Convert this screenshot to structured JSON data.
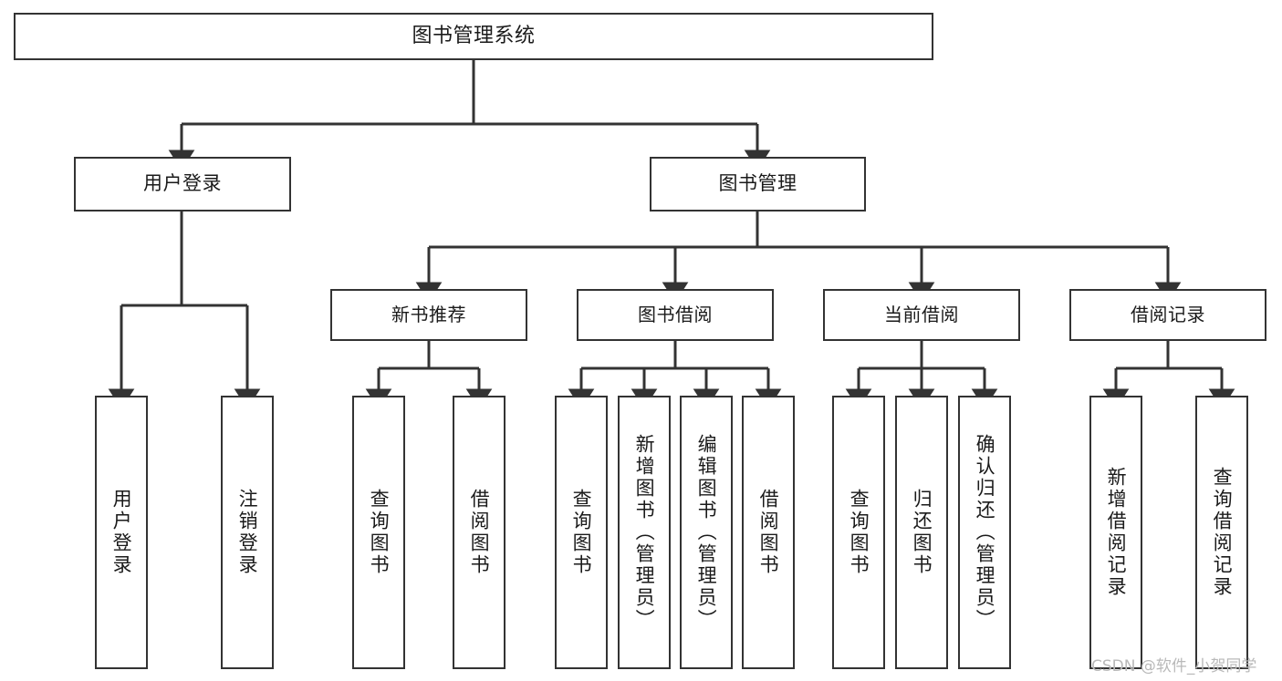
{
  "diagram": {
    "title": "图书管理系统",
    "type": "hierarchy-tree",
    "style": {
      "box_border_color": "#333333",
      "box_fill_color": "#ffffff",
      "connector_color": "#333333",
      "background_color": "#ffffff",
      "text_color": "#1a1a1a"
    },
    "nodes": {
      "root": {
        "label": "图书管理系统"
      },
      "tier2": [
        {
          "id": "user-login",
          "label": "用户登录"
        },
        {
          "id": "book-manage",
          "label": "图书管理"
        }
      ],
      "tier3": [
        {
          "id": "new-book-recommend",
          "label": "新书推荐"
        },
        {
          "id": "book-borrow",
          "label": "图书借阅"
        },
        {
          "id": "current-borrow",
          "label": "当前借阅"
        },
        {
          "id": "borrow-record",
          "label": "借阅记录"
        }
      ],
      "leaves": [
        {
          "id": "leaf-user-login",
          "parent": "user-login",
          "label": "用户登录"
        },
        {
          "id": "leaf-logout",
          "parent": "user-login",
          "label": "注销登录"
        },
        {
          "id": "leaf-query-book-1",
          "parent": "new-book-recommend",
          "label": "查询图书"
        },
        {
          "id": "leaf-borrow-book-1",
          "parent": "new-book-recommend",
          "label": "借阅图书"
        },
        {
          "id": "leaf-query-book-2",
          "parent": "book-borrow",
          "label": "查询图书"
        },
        {
          "id": "leaf-add-book",
          "parent": "book-borrow",
          "label": "新增图书（管理员）"
        },
        {
          "id": "leaf-edit-book",
          "parent": "book-borrow",
          "label": "编辑图书（管理员）"
        },
        {
          "id": "leaf-borrow-book-2",
          "parent": "book-borrow",
          "label": "借阅图书"
        },
        {
          "id": "leaf-query-book-3",
          "parent": "current-borrow",
          "label": "查询图书"
        },
        {
          "id": "leaf-return-book",
          "parent": "current-borrow",
          "label": "归还图书"
        },
        {
          "id": "leaf-confirm-return",
          "parent": "current-borrow",
          "label": "确认归还（管理员）"
        },
        {
          "id": "leaf-add-record",
          "parent": "borrow-record",
          "label": "新增借阅记录"
        },
        {
          "id": "leaf-query-record",
          "parent": "borrow-record",
          "label": "查询借阅记录"
        }
      ]
    }
  },
  "watermark": {
    "text": "CSDN @软件_小贺同学"
  }
}
